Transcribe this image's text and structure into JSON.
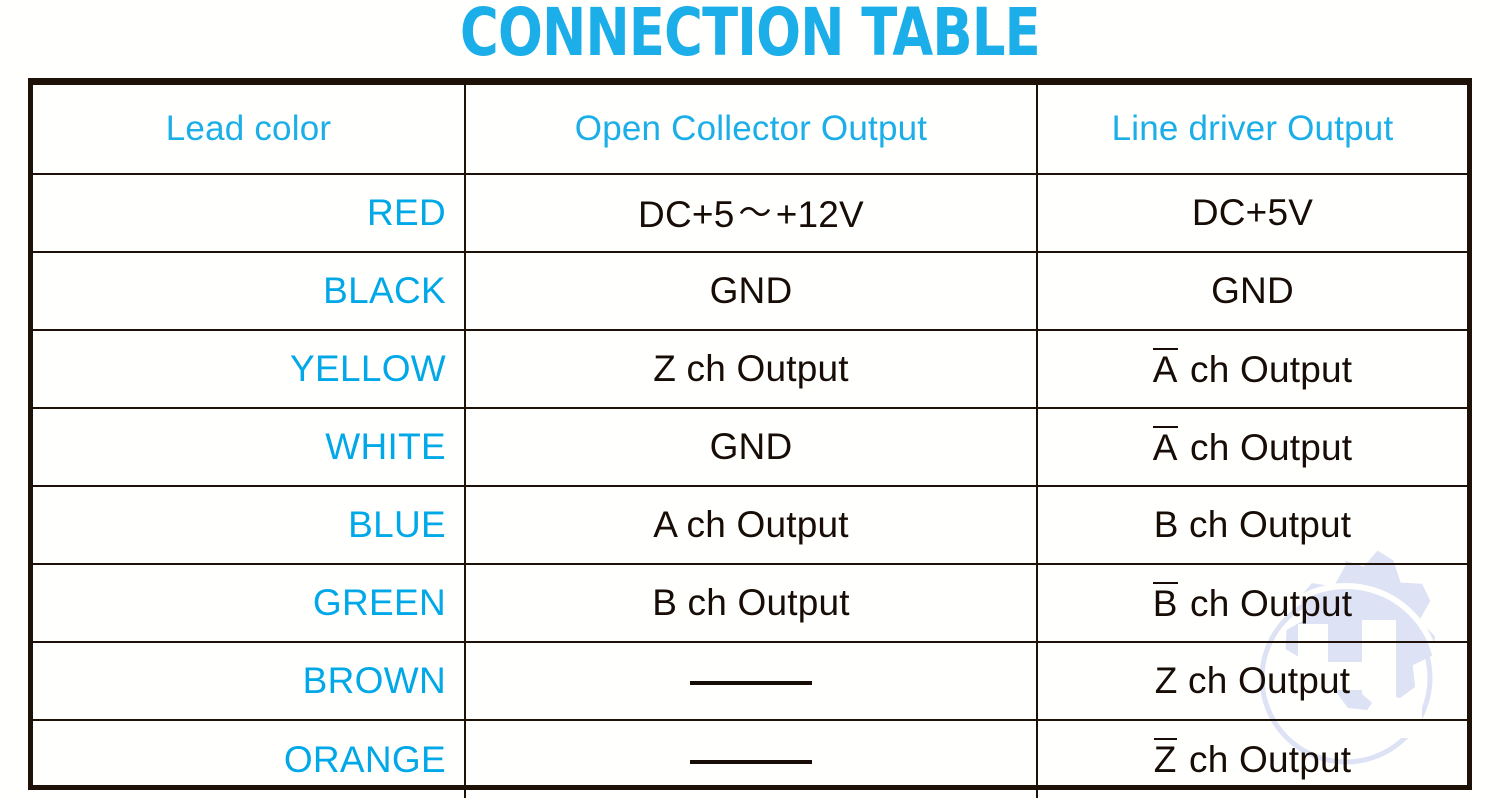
{
  "page": {
    "title": "CONNECTION TABLE",
    "title_color": "#1BAEE8",
    "background": "#FFFFFD"
  },
  "watermark": {
    "name": "gear-logo-watermark",
    "color": "#C3CCEE"
  },
  "table": {
    "border_color": "#1E1208",
    "header_background": "#AFE4FA",
    "header_text_color": "#1BAEE8",
    "lead_text_color": "#00A8E8",
    "value_text_color": "#170D06",
    "columns": [
      {
        "key": "lead",
        "label": "Lead color"
      },
      {
        "key": "open_collector",
        "label": "Open Collector Output"
      },
      {
        "key": "line_driver",
        "label": "Line driver Output"
      }
    ],
    "rows": [
      {
        "lead": "RED",
        "open_collector": {
          "prefix": "DC+5",
          "tilde": "〜",
          "suffix": "+12V"
        },
        "line_driver": {
          "text": "DC+5V"
        }
      },
      {
        "lead": "BLACK",
        "open_collector": {
          "text": "GND"
        },
        "line_driver": {
          "text": "GND"
        }
      },
      {
        "lead": "YELLOW",
        "open_collector": {
          "text": "Z ch Output"
        },
        "line_driver": {
          "overline": "A",
          "text": " ch Output"
        }
      },
      {
        "lead": "WHITE",
        "open_collector": {
          "text": "GND"
        },
        "line_driver": {
          "overline": "A",
          "text": " ch Output"
        }
      },
      {
        "lead": "BLUE",
        "open_collector": {
          "text": "A ch Output"
        },
        "line_driver": {
          "text": "B ch Output"
        }
      },
      {
        "lead": "GREEN",
        "open_collector": {
          "text": "B ch Output"
        },
        "line_driver": {
          "overline": "B",
          "text": " ch Output"
        }
      },
      {
        "lead": "BROWN",
        "open_collector": {
          "dash": true
        },
        "line_driver": {
          "text": "Z ch Output"
        }
      },
      {
        "lead": "ORANGE",
        "open_collector": {
          "dash": true
        },
        "line_driver": {
          "overline": "Z",
          "text": " ch Output"
        }
      }
    ]
  }
}
